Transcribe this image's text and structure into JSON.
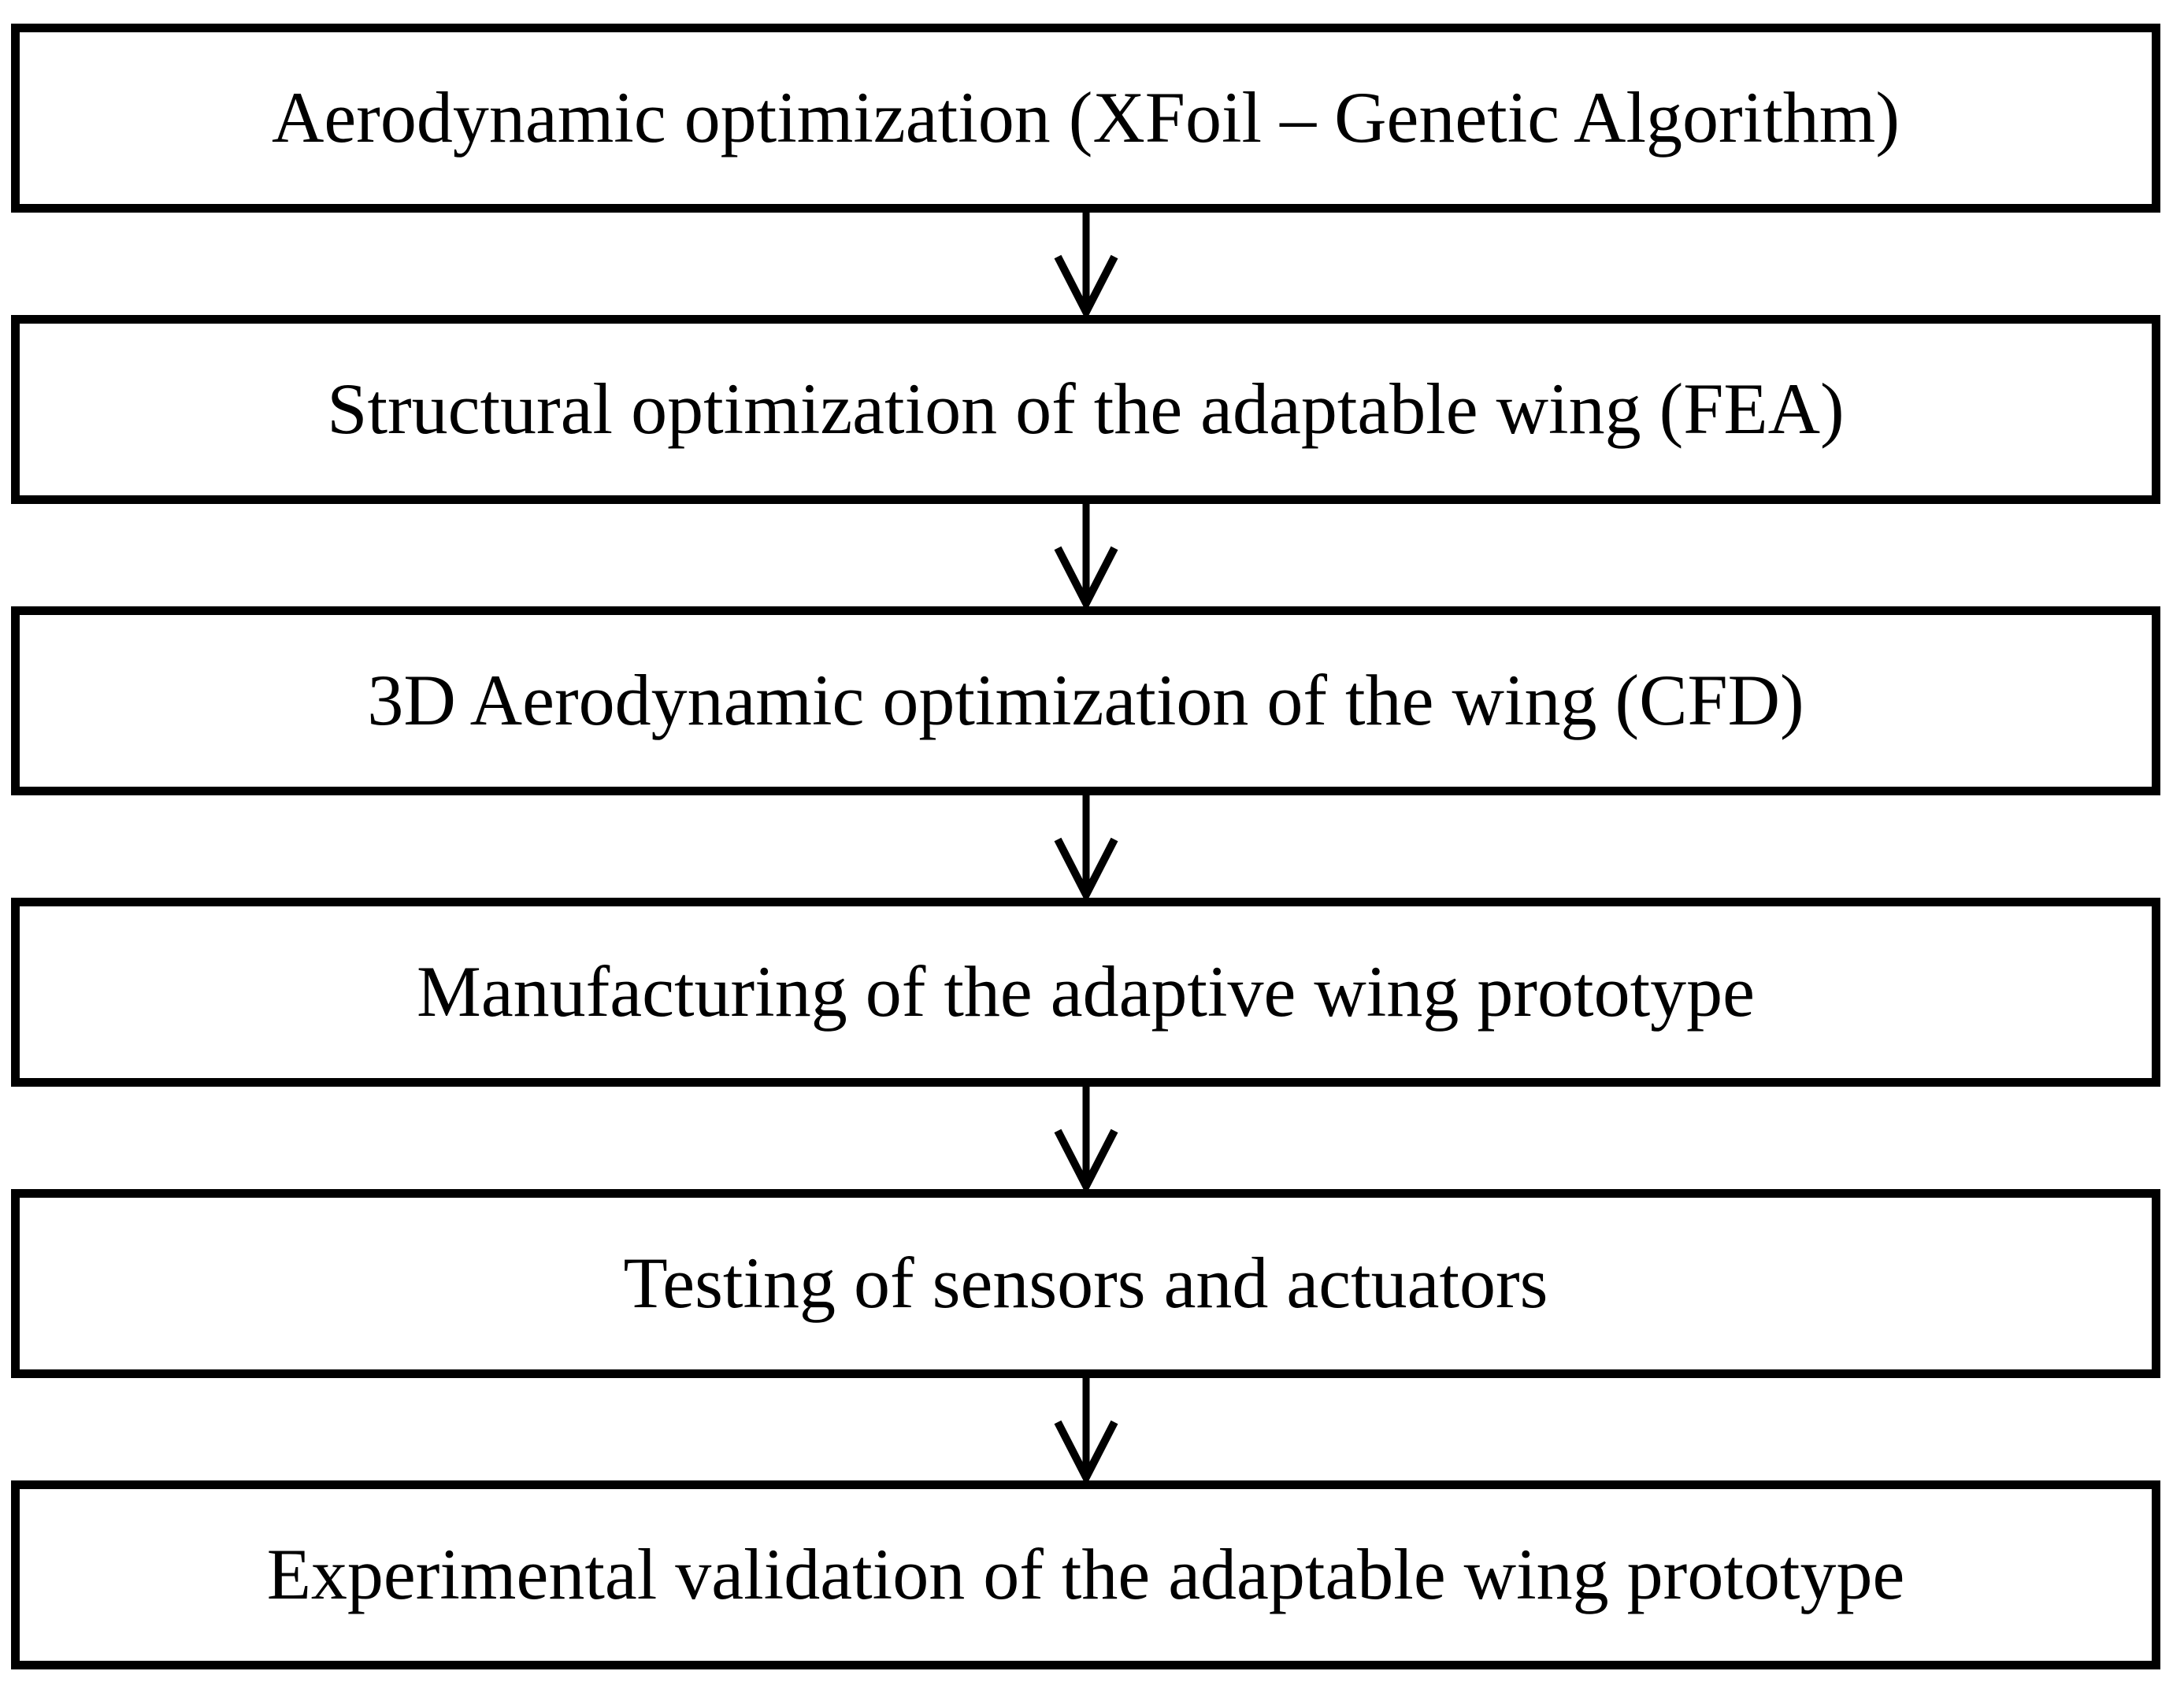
{
  "diagram": {
    "type": "flowchart",
    "direction": "top-down",
    "boxes": [
      {
        "id": "aerodynamic-optimization",
        "label": "Aerodynamic optimization (XFoil – Genetic Algorithm)"
      },
      {
        "id": "structural-optimization",
        "label": "Structural optimization of the adaptable wing (FEA)"
      },
      {
        "id": "3d-aerodynamic-optimization",
        "label": "3D Aerodynamic optimization of the wing (CFD)"
      },
      {
        "id": "manufacturing",
        "label": "Manufacturing of the adaptive wing prototype"
      },
      {
        "id": "testing",
        "label": "Testing of sensors and actuators"
      },
      {
        "id": "experimental-validation",
        "label": "Experimental validation of the adaptable wing prototype"
      }
    ],
    "connections": [
      {
        "from": 0,
        "to": 1,
        "style": "down-arrow"
      },
      {
        "from": 1,
        "to": 2,
        "style": "down-arrow"
      },
      {
        "from": 2,
        "to": 3,
        "style": "down-arrow"
      },
      {
        "from": 3,
        "to": 4,
        "style": "down-arrow"
      },
      {
        "from": 4,
        "to": 5,
        "style": "down-arrow"
      }
    ],
    "colors": {
      "background": "#ffffff",
      "border": "#000000",
      "text": "#000000"
    }
  }
}
